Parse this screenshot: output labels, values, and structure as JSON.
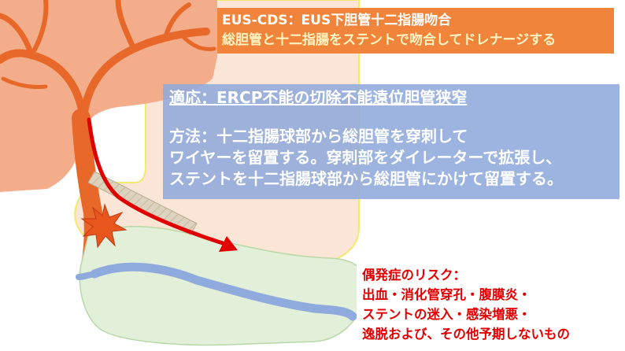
{
  "title_box": {
    "line1": "EUS-CDS：EUS下胆管十二指腸吻合",
    "line2": "総胆管と十二指腸をステントで吻合してドレナージする"
  },
  "procedure_box": {
    "indication": "適応：ERCP不能の切除不能遠位胆管狭窄",
    "method_lines": [
      "方法：十二指腸球部から総胆管を穿刺して",
      "ワイヤーを留置する。穿刺部をダイレーターで拡張し、",
      "ステントを十二指腸球部から総胆管にかけて留置する。"
    ]
  },
  "risk_box": {
    "lines": [
      "偶発症のリスク：",
      "出血・消化管穿孔・腹膜炎・",
      "ステントの迷入・感染増悪・",
      "逸脱および、その他予期しないもの"
    ]
  },
  "colors": {
    "liver": "#f4ad8a",
    "bile_duct": "#e8682a",
    "duodenum_fill": "#fbe5d6",
    "duodenum_outline": "#f2e86a",
    "pancreas": "#e2efd9",
    "pancreatic_duct": "#8faadc",
    "arrow": "#e00000",
    "dilator": "#d9cdb8",
    "puncture": "#e8561e",
    "title_box": "#f0843a",
    "procedure_box": "#8faadc",
    "risk_text": "#e00000"
  }
}
